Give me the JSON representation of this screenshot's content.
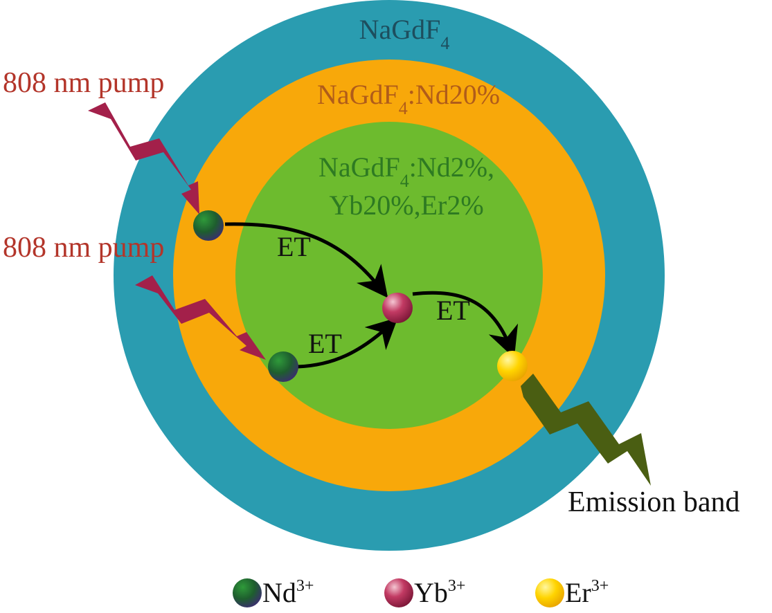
{
  "layers": {
    "outer": {
      "name": "NaGdF",
      "sub": "4",
      "color": "#2a9cb0"
    },
    "middle": {
      "name": "NaGdF",
      "sub": "4",
      "suffix": ":Nd20%",
      "color": "#f8a80a",
      "text_color": "#b05c1a"
    },
    "core": {
      "line1_name": "NaGdF",
      "line1_sub": "4",
      "line1_suffix": ":Nd2%,",
      "line2": "Yb20%,Er2%",
      "color": "#6dbb2e",
      "text_color": "#2e7a22"
    }
  },
  "pumps": {
    "top_label": "808 nm pump",
    "bottom_label": "808 nm pump",
    "label_color": "#b3352a",
    "bolt_color": "#a3204a"
  },
  "transfers": {
    "top": "ET",
    "bottom": "ET",
    "right": "ET"
  },
  "emission": {
    "label": "Emission band",
    "bolt_color": "#4a5e12"
  },
  "legend": [
    {
      "base": "Nd",
      "sup": "3+"
    },
    {
      "base": "Yb",
      "sup": "3+"
    },
    {
      "base": "Er",
      "sup": "3+"
    }
  ]
}
